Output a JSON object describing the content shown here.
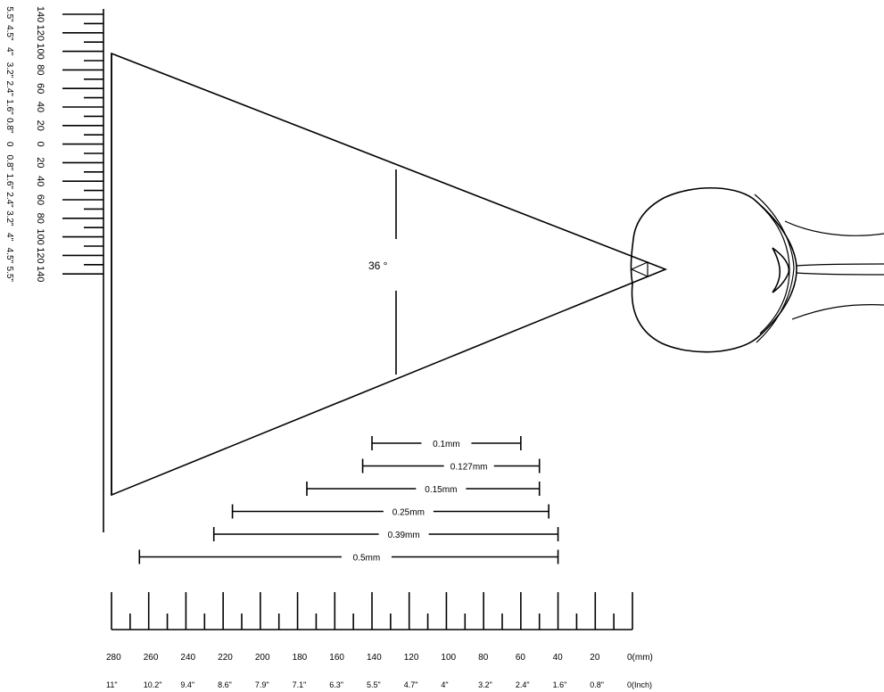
{
  "angle_label": "36 °",
  "vertical_scale": {
    "mm_labels": [
      "140",
      "120",
      "100",
      "80",
      "60",
      "40",
      "20",
      "0",
      "20",
      "40",
      "60",
      "80",
      "100",
      "120",
      "140"
    ],
    "inch_labels": [
      "5.5\"",
      "4.5\"",
      "4\"",
      "3.2\"",
      "2.4\"",
      "1.6\"",
      "0.8\"",
      "0",
      "0.8\"",
      "1.6\"",
      "2.4\"",
      "3.2\"",
      "4\"",
      "4.5\"",
      "5.5\""
    ]
  },
  "horizontal_scale": {
    "mm_labels": [
      "280",
      "260",
      "240",
      "220",
      "200",
      "180",
      "160",
      "140",
      "120",
      "100",
      "80",
      "60",
      "40",
      "20",
      "0(mm)"
    ],
    "inch_labels": [
      "11\"",
      "10.2\"",
      "9.4\"",
      "8.6\"",
      "7.9\"",
      "7.1\"",
      "6.3\"",
      "5.5\"",
      "4.7\"",
      "4\"",
      "3.2\"",
      "2.4\"",
      "1.6\"",
      "0.8\"",
      "0(Inch)"
    ]
  },
  "depth_of_field": [
    {
      "label": "0.1mm",
      "near_mm": 60,
      "far_mm": 140
    },
    {
      "label": "0.127mm",
      "near_mm": 50,
      "far_mm": 145
    },
    {
      "label": "0.15mm",
      "near_mm": 50,
      "far_mm": 175
    },
    {
      "label": "0.25mm",
      "near_mm": 45,
      "far_mm": 215
    },
    {
      "label": "0.39mm",
      "near_mm": 40,
      "far_mm": 225
    },
    {
      "label": "0.5mm",
      "near_mm": 40,
      "far_mm": 265
    }
  ],
  "colors": {
    "line": "#000000",
    "background": "#ffffff"
  }
}
